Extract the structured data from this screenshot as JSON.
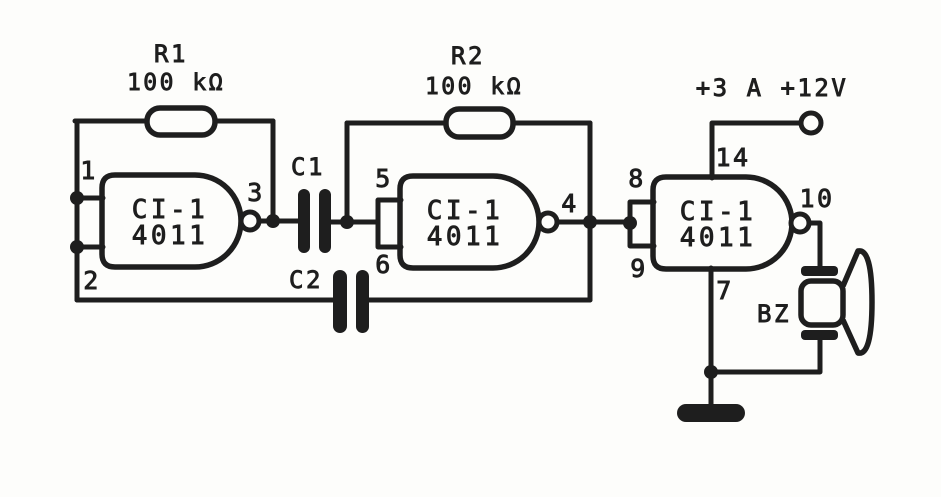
{
  "colors": {
    "ink": "#1e1e1e",
    "paper": "#fdfdfb"
  },
  "schematic": {
    "power_label": "+3 A +12V",
    "resistors": [
      {
        "name": "R1",
        "value": "100 kΩ"
      },
      {
        "name": "R2",
        "value": "100 kΩ"
      }
    ],
    "capacitors": [
      {
        "name": "C1"
      },
      {
        "name": "C2"
      }
    ],
    "gates": [
      {
        "chip": "CI-1",
        "part": "4011",
        "pins": {
          "in_a": "1",
          "in_b": "2",
          "out": "3"
        }
      },
      {
        "chip": "CI-1",
        "part": "4011",
        "pins": {
          "in_a": "5",
          "in_b": "6",
          "out": "4"
        }
      },
      {
        "chip": "CI-1",
        "part": "4011",
        "pins": {
          "in_a": "8",
          "in_b": "9",
          "out": "10",
          "vdd": "14",
          "gnd": "7"
        }
      }
    ],
    "buzzer": {
      "name": "BZ"
    }
  }
}
